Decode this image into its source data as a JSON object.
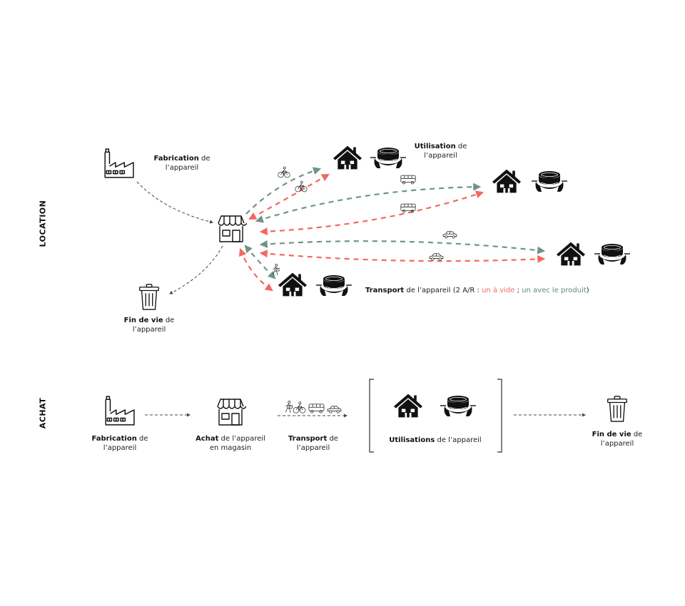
{
  "colors": {
    "empty_trip": "#f2685f",
    "product_trip": "#6e9486",
    "neutral_arrow": "#444444",
    "icon": "#111111"
  },
  "location": {
    "section_title": "LOCATION",
    "fabrication": {
      "bold": "Fabrication",
      "rest": " de",
      "line2": "l’appareil",
      "icon": "factory-icon"
    },
    "shop": {
      "icon": "shop-icon"
    },
    "usage": {
      "bold": "Utilisation",
      "rest": " de",
      "line2": "l’appareil"
    },
    "end_of_life": {
      "bold": "Fin de vie",
      "rest": " de",
      "line2": "l’appareil",
      "icon": "trash-icon"
    },
    "homes": [
      {
        "id": "home-1",
        "transport": "bicycle"
      },
      {
        "id": "home-2",
        "transport": "bus"
      },
      {
        "id": "home-3",
        "transport": "car"
      },
      {
        "id": "home-4",
        "transport": "walk"
      }
    ],
    "transport_legend": {
      "bold": "Transport",
      "rest": " de l’appareil (2 A/R : ",
      "empty": "un à vide",
      "sep": " ; ",
      "with_product": "un avec le produit",
      "close": ")"
    }
  },
  "achat": {
    "section_title": "ACHAT",
    "steps": [
      {
        "bold": "Fabrication",
        "rest": " de",
        "line2": "l’appareil",
        "icon": "factory-icon"
      },
      {
        "bold": "Achat",
        "rest": " de l’appareil",
        "line2": "en magasin",
        "icon": "shop-icon"
      },
      {
        "bold": "Transport",
        "rest": " de",
        "line2": "l’appareil",
        "icon": "transport-icons"
      },
      {
        "bold": "Utilisations",
        "rest": " de l’appareil",
        "line2": "",
        "icon": "home-raclette-icons"
      },
      {
        "bold": "Fin de vie",
        "rest": " de",
        "line2": "l’appareil",
        "icon": "trash-icon"
      }
    ]
  }
}
